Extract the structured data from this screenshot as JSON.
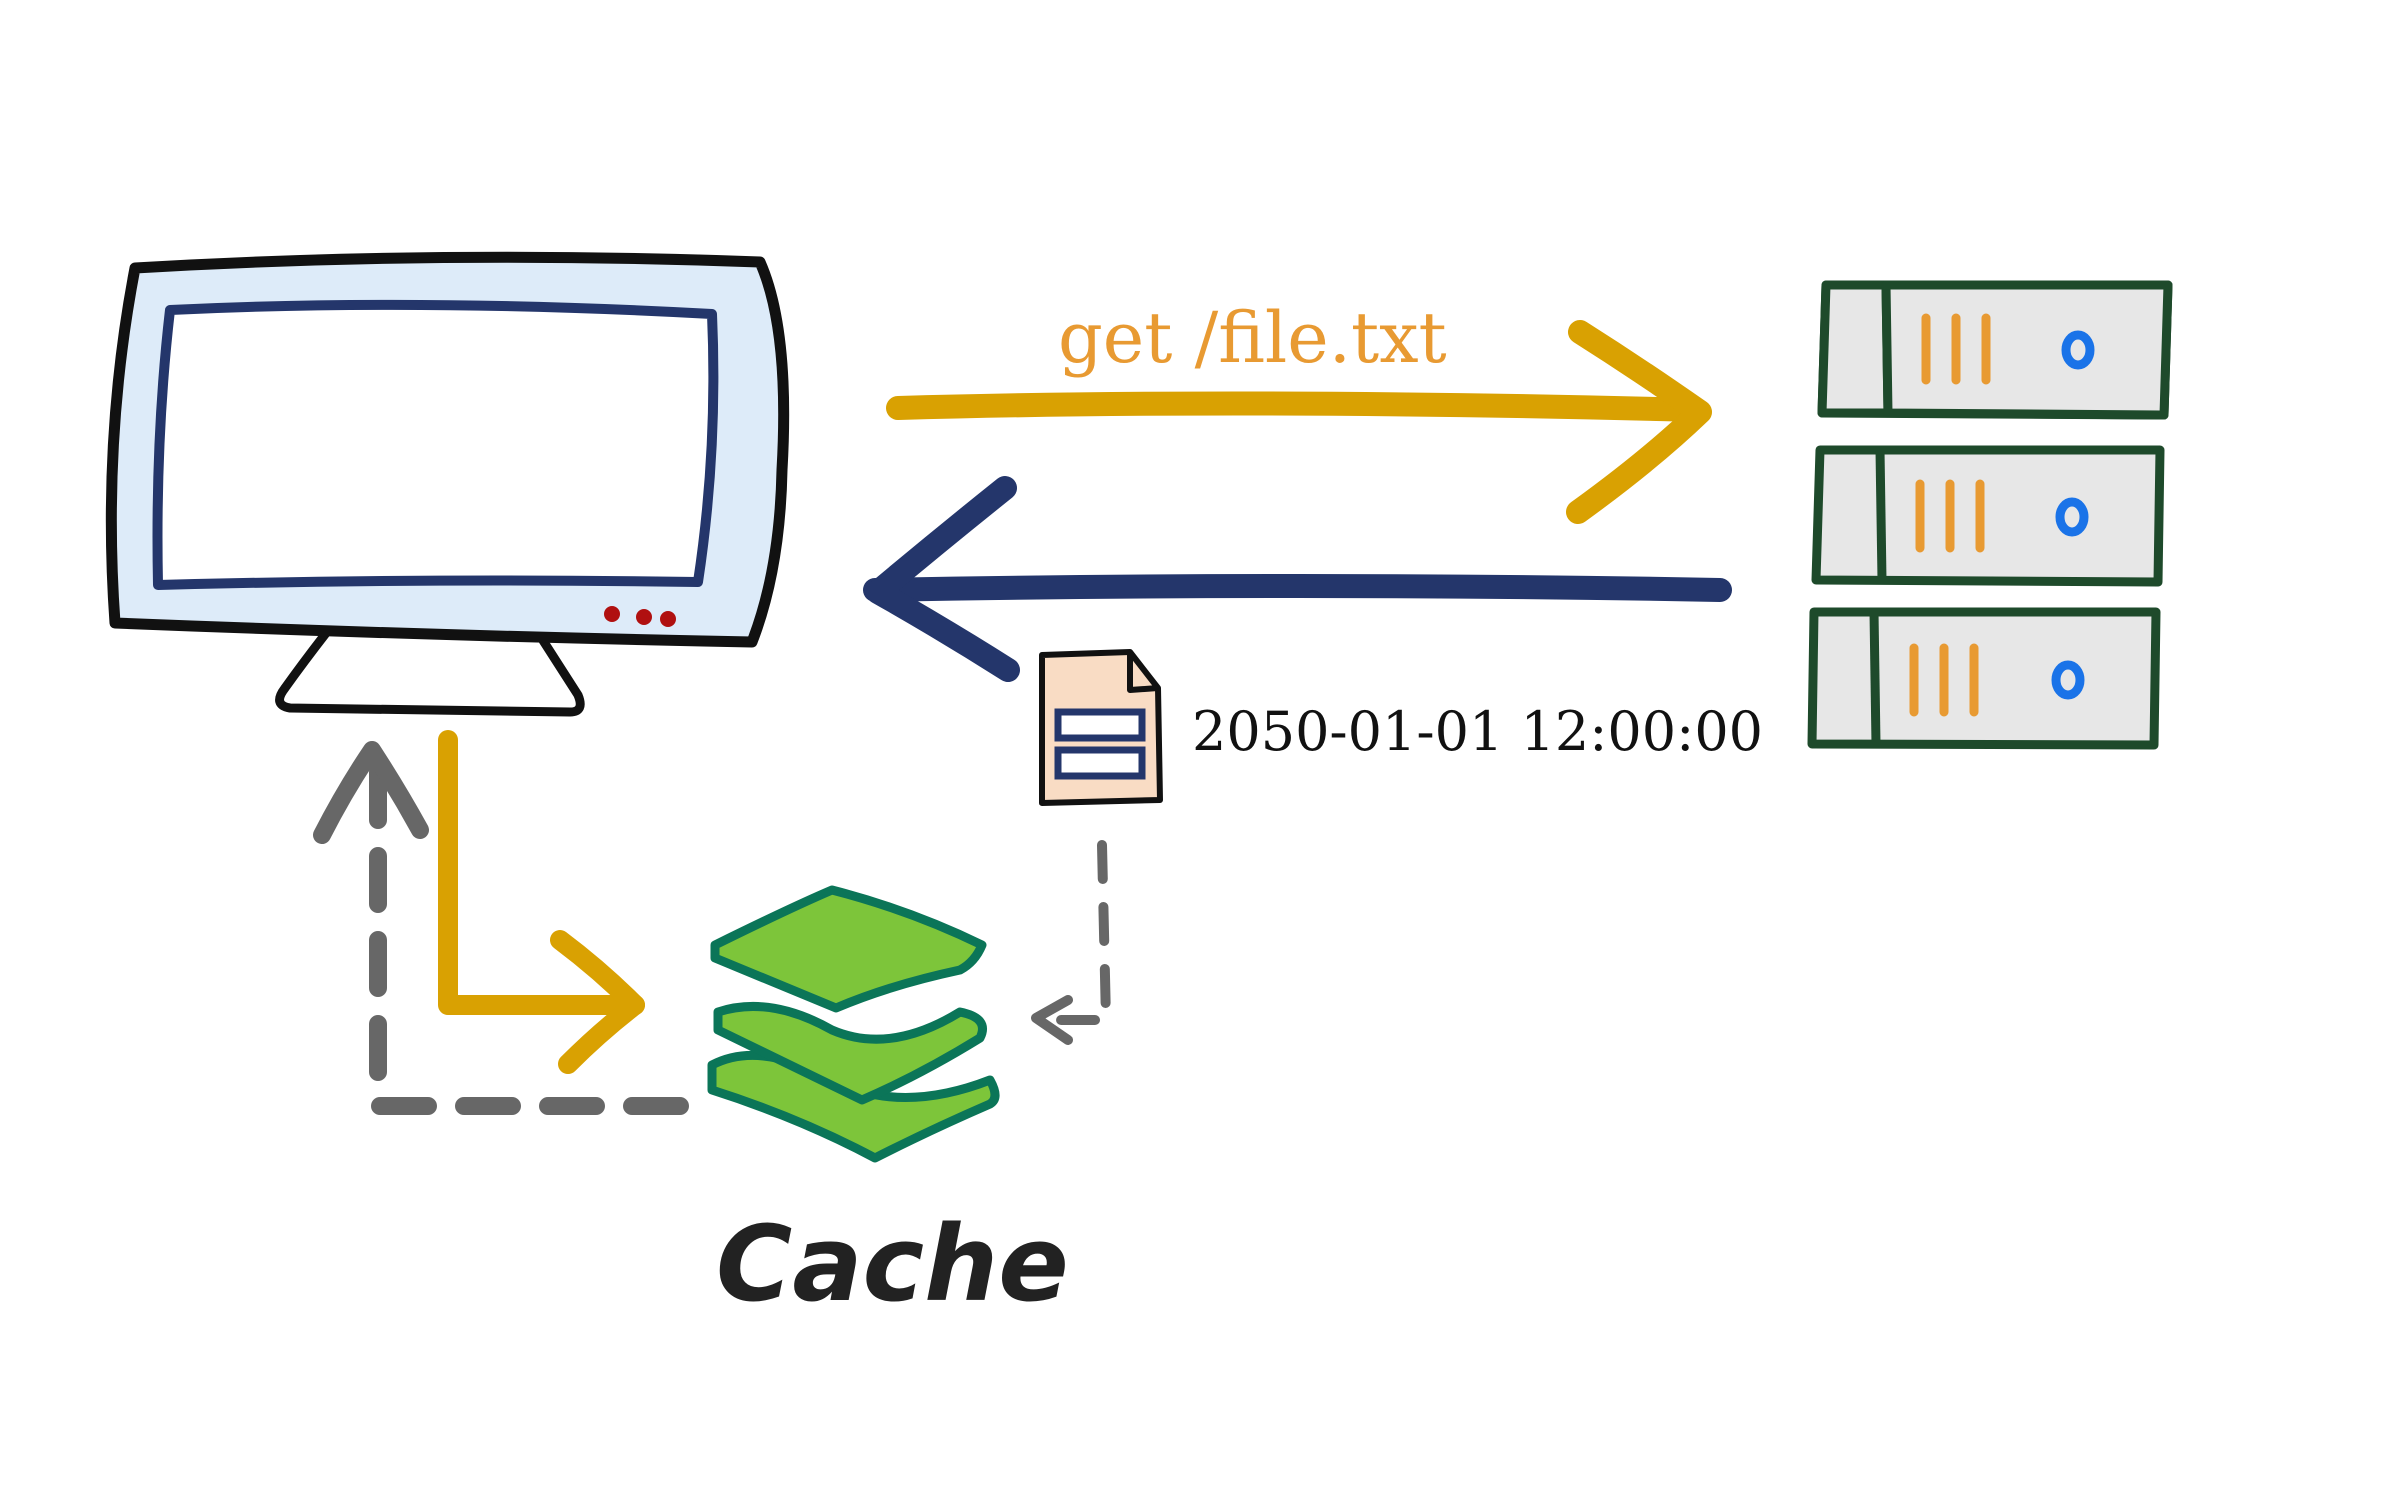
{
  "labels": {
    "request": "get /file.txt",
    "response_date": "2050-01-01 12:00:00",
    "cache": "Cache"
  },
  "colors": {
    "request_arrow": "#D9A102",
    "response_arrow": "#24366B",
    "cache_arrows": "#676767",
    "request_text": "#E89A32",
    "monitor_fill": "#DDEBF9",
    "monitor_outline": "#111111",
    "screen_border": "#24366B",
    "server_outline": "#1E4A2B",
    "server_fill": "#E7E7E7",
    "server_bars": "#E89A32",
    "server_lights": "#1A73E8",
    "cache_fill": "#7DC53A",
    "cache_outline": "#0B7558",
    "file_fill": "#F9DCC4"
  },
  "icons": [
    "monitor-icon",
    "server-rack-icon",
    "file-icon",
    "cache-layers-icon"
  ]
}
